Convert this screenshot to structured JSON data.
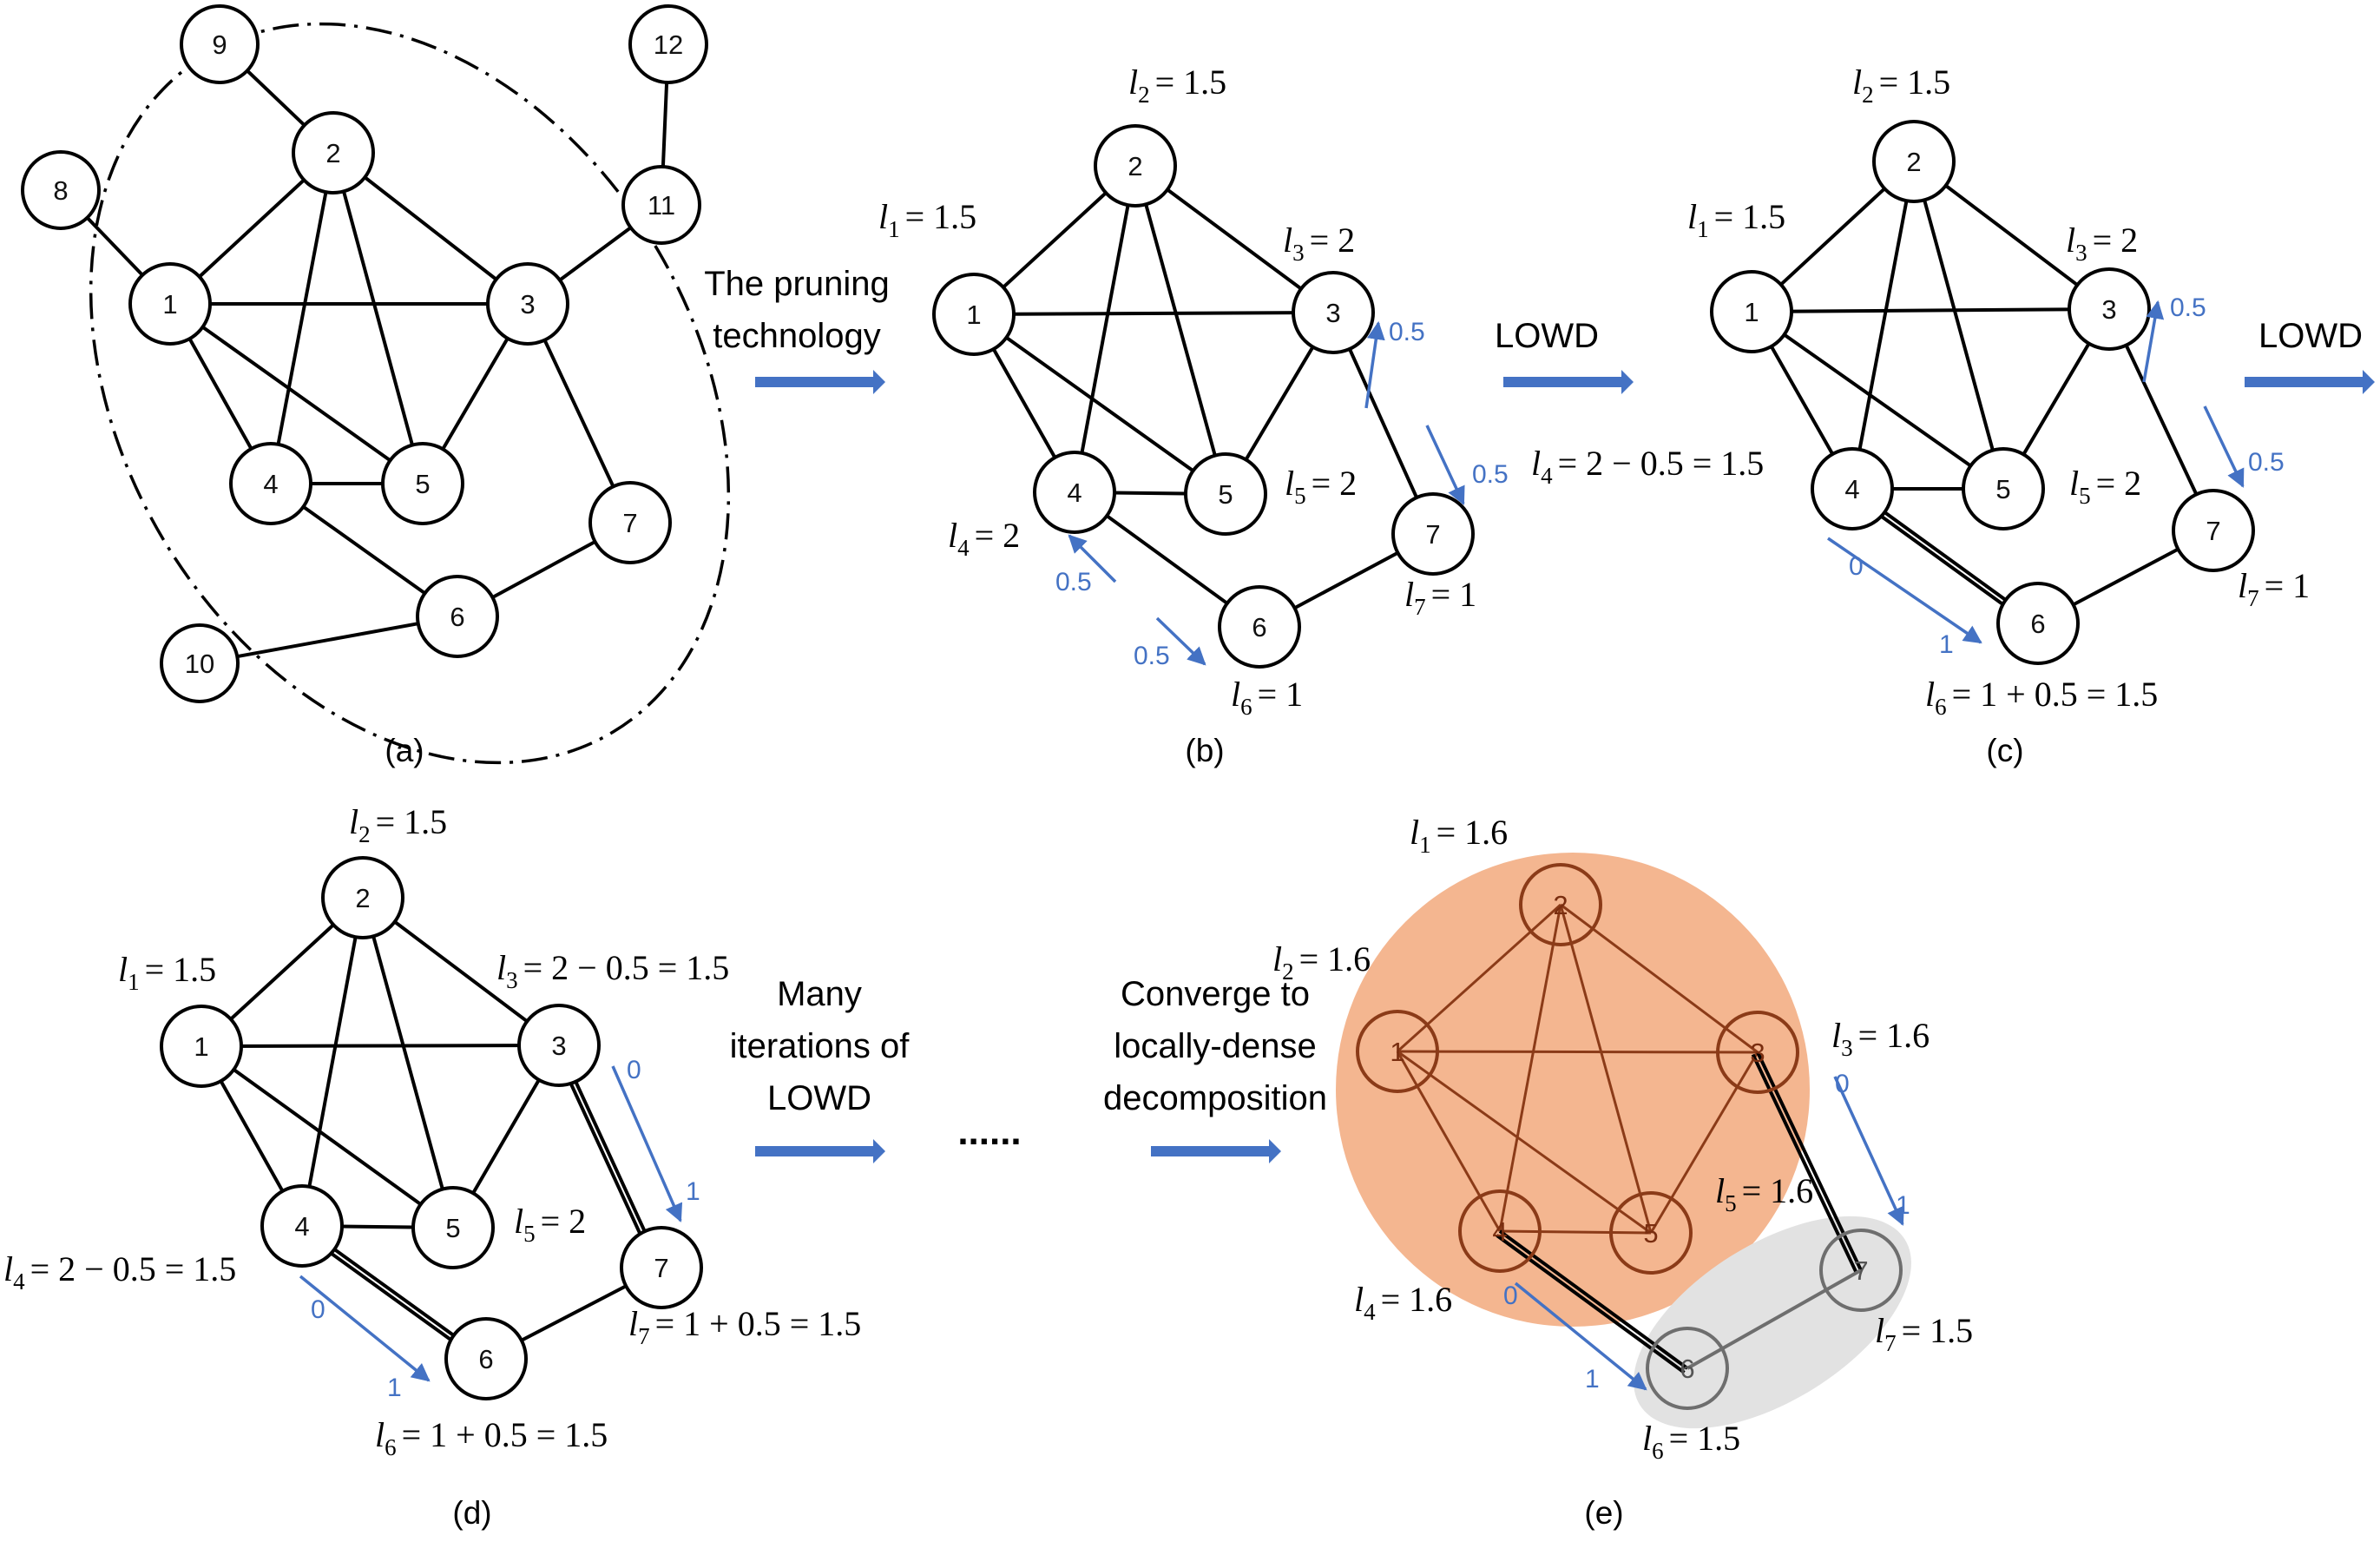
{
  "panels": [
    {
      "id": "a",
      "caption": "(a)",
      "nodes": [
        {
          "id": "1",
          "label": "1"
        },
        {
          "id": "2",
          "label": "2"
        },
        {
          "id": "3",
          "label": "3"
        },
        {
          "id": "4",
          "label": "4"
        },
        {
          "id": "5",
          "label": "5"
        },
        {
          "id": "6",
          "label": "6"
        },
        {
          "id": "7",
          "label": "7"
        },
        {
          "id": "8",
          "label": "8"
        },
        {
          "id": "9",
          "label": "9"
        },
        {
          "id": "10",
          "label": "10"
        },
        {
          "id": "11",
          "label": "11"
        },
        {
          "id": "12",
          "label": "12"
        }
      ],
      "edges": [
        [
          "1",
          "2"
        ],
        [
          "1",
          "3"
        ],
        [
          "1",
          "4"
        ],
        [
          "1",
          "5"
        ],
        [
          "2",
          "3"
        ],
        [
          "2",
          "4"
        ],
        [
          "2",
          "5"
        ],
        [
          "3",
          "5"
        ],
        [
          "3",
          "7"
        ],
        [
          "4",
          "5"
        ],
        [
          "4",
          "6"
        ],
        [
          "6",
          "7"
        ],
        [
          "1",
          "8"
        ],
        [
          "2",
          "9"
        ],
        [
          "6",
          "10"
        ],
        [
          "3",
          "11"
        ],
        [
          "11",
          "12"
        ]
      ],
      "labels": [],
      "flows": []
    },
    {
      "id": "b",
      "caption": "(b)",
      "nodes": [
        {
          "id": "1",
          "label": "1"
        },
        {
          "id": "2",
          "label": "2"
        },
        {
          "id": "3",
          "label": "3"
        },
        {
          "id": "4",
          "label": "4"
        },
        {
          "id": "5",
          "label": "5"
        },
        {
          "id": "6",
          "label": "6"
        },
        {
          "id": "7",
          "label": "7"
        }
      ],
      "edges": [
        [
          "1",
          "2"
        ],
        [
          "1",
          "3"
        ],
        [
          "1",
          "4"
        ],
        [
          "1",
          "5"
        ],
        [
          "2",
          "3"
        ],
        [
          "2",
          "4"
        ],
        [
          "2",
          "5"
        ],
        [
          "3",
          "5"
        ],
        [
          "3",
          "7"
        ],
        [
          "4",
          "5"
        ],
        [
          "4",
          "6"
        ],
        [
          "6",
          "7"
        ]
      ],
      "labels": [
        {
          "var": "l",
          "sub": "1",
          "value": "= 1.5"
        },
        {
          "var": "l",
          "sub": "2",
          "value": "= 1.5"
        },
        {
          "var": "l",
          "sub": "3",
          "value": "= 2"
        },
        {
          "var": "l",
          "sub": "4",
          "value": "= 2"
        },
        {
          "var": "l",
          "sub": "5",
          "value": "= 2"
        },
        {
          "var": "l",
          "sub": "6",
          "value": "= 1"
        },
        {
          "var": "l",
          "sub": "7",
          "value": "= 1"
        }
      ],
      "flows": [
        {
          "text": "0.5"
        },
        {
          "text": "0.5"
        },
        {
          "text": "0.5"
        },
        {
          "text": "0.5"
        }
      ]
    },
    {
      "id": "c",
      "caption": "(c)",
      "nodes": [
        {
          "id": "1",
          "label": "1"
        },
        {
          "id": "2",
          "label": "2"
        },
        {
          "id": "3",
          "label": "3"
        },
        {
          "id": "4",
          "label": "4"
        },
        {
          "id": "5",
          "label": "5"
        },
        {
          "id": "6",
          "label": "6"
        },
        {
          "id": "7",
          "label": "7"
        }
      ],
      "edges": [
        [
          "1",
          "2"
        ],
        [
          "1",
          "3"
        ],
        [
          "1",
          "4"
        ],
        [
          "1",
          "5"
        ],
        [
          "2",
          "3"
        ],
        [
          "2",
          "4"
        ],
        [
          "2",
          "5"
        ],
        [
          "3",
          "5"
        ],
        [
          "3",
          "7"
        ],
        [
          "4",
          "5"
        ],
        [
          "4",
          "6"
        ],
        [
          "6",
          "7"
        ]
      ],
      "labels": [
        {
          "var": "l",
          "sub": "1",
          "value": "= 1.5"
        },
        {
          "var": "l",
          "sub": "2",
          "value": "= 1.5"
        },
        {
          "var": "l",
          "sub": "3",
          "value": "= 2"
        },
        {
          "var": "l",
          "sub": "4",
          "value": "= 2 − 0.5 = 1.5"
        },
        {
          "var": "l",
          "sub": "5",
          "value": "= 2"
        },
        {
          "var": "l",
          "sub": "6",
          "value": "= 1 + 0.5 = 1.5"
        },
        {
          "var": "l",
          "sub": "7",
          "value": "= 1"
        }
      ],
      "flows": [
        {
          "text": "0.5"
        },
        {
          "text": "0.5"
        },
        {
          "text": "0"
        },
        {
          "text": "1"
        }
      ]
    },
    {
      "id": "d",
      "caption": "(d)",
      "nodes": [
        {
          "id": "1",
          "label": "1"
        },
        {
          "id": "2",
          "label": "2"
        },
        {
          "id": "3",
          "label": "3"
        },
        {
          "id": "4",
          "label": "4"
        },
        {
          "id": "5",
          "label": "5"
        },
        {
          "id": "6",
          "label": "6"
        },
        {
          "id": "7",
          "label": "7"
        }
      ],
      "edges": [
        [
          "1",
          "2"
        ],
        [
          "1",
          "3"
        ],
        [
          "1",
          "4"
        ],
        [
          "1",
          "5"
        ],
        [
          "2",
          "3"
        ],
        [
          "2",
          "4"
        ],
        [
          "2",
          "5"
        ],
        [
          "3",
          "5"
        ],
        [
          "3",
          "7"
        ],
        [
          "4",
          "5"
        ],
        [
          "4",
          "6"
        ],
        [
          "6",
          "7"
        ]
      ],
      "labels": [
        {
          "var": "l",
          "sub": "1",
          "value": "= 1.5"
        },
        {
          "var": "l",
          "sub": "2",
          "value": "= 1.5"
        },
        {
          "var": "l",
          "sub": "3",
          "value": "= 2 − 0.5 = 1.5"
        },
        {
          "var": "l",
          "sub": "4",
          "value": "= 2 − 0.5 = 1.5"
        },
        {
          "var": "l",
          "sub": "5",
          "value": "= 2"
        },
        {
          "var": "l",
          "sub": "6",
          "value": "= 1 + 0.5 = 1.5"
        },
        {
          "var": "l",
          "sub": "7",
          "value": "= 1 + 0.5 = 1.5"
        }
      ],
      "flows": [
        {
          "text": "0"
        },
        {
          "text": "1"
        },
        {
          "text": "0"
        },
        {
          "text": "1"
        }
      ]
    },
    {
      "id": "e",
      "caption": "(e)",
      "nodes": [
        {
          "id": "1",
          "label": "1"
        },
        {
          "id": "2",
          "label": "2"
        },
        {
          "id": "3",
          "label": "3"
        },
        {
          "id": "4",
          "label": "4"
        },
        {
          "id": "5",
          "label": "5"
        },
        {
          "id": "6",
          "label": "6"
        },
        {
          "id": "7",
          "label": "7"
        }
      ],
      "edges": [
        [
          "1",
          "2"
        ],
        [
          "1",
          "3"
        ],
        [
          "1",
          "4"
        ],
        [
          "1",
          "5"
        ],
        [
          "2",
          "3"
        ],
        [
          "2",
          "4"
        ],
        [
          "2",
          "5"
        ],
        [
          "3",
          "5"
        ],
        [
          "3",
          "7"
        ],
        [
          "4",
          "5"
        ],
        [
          "4",
          "6"
        ],
        [
          "6",
          "7"
        ]
      ],
      "labels": [
        {
          "var": "l",
          "sub": "1",
          "value": "= 1.6"
        },
        {
          "var": "l",
          "sub": "2",
          "value": "= 1.6"
        },
        {
          "var": "l",
          "sub": "3",
          "value": "= 1.6"
        },
        {
          "var": "l",
          "sub": "4",
          "value": "= 1.6"
        },
        {
          "var": "l",
          "sub": "5",
          "value": "= 1.6"
        },
        {
          "var": "l",
          "sub": "6",
          "value": "= 1.5"
        },
        {
          "var": "l",
          "sub": "7",
          "value": "= 1.5"
        }
      ],
      "flows": [
        {
          "text": "0"
        },
        {
          "text": "1"
        },
        {
          "text": "0"
        },
        {
          "text": "1"
        }
      ],
      "colors": {
        "dense_fill": "#f4b690",
        "dense_stroke": "#8b3b18",
        "sparse_fill": "#e2e2e2",
        "sparse_stroke": "#6e6e6e"
      }
    }
  ],
  "steps": [
    {
      "lines": [
        "The pruning",
        "technology"
      ]
    },
    {
      "lines": [
        "LOWD"
      ]
    },
    {
      "lines": [
        "LOWD"
      ]
    },
    {
      "lines": [
        "Many",
        "iterations of",
        "LOWD"
      ]
    },
    {
      "lines": [
        "Converge to",
        "locally-dense",
        "decomposition"
      ]
    }
  ],
  "ellipsis": "......",
  "colors": {
    "arrow": "#4472c4",
    "annotation": "#4472c4",
    "edge": "#000000",
    "node_fill": "#ffffff"
  }
}
